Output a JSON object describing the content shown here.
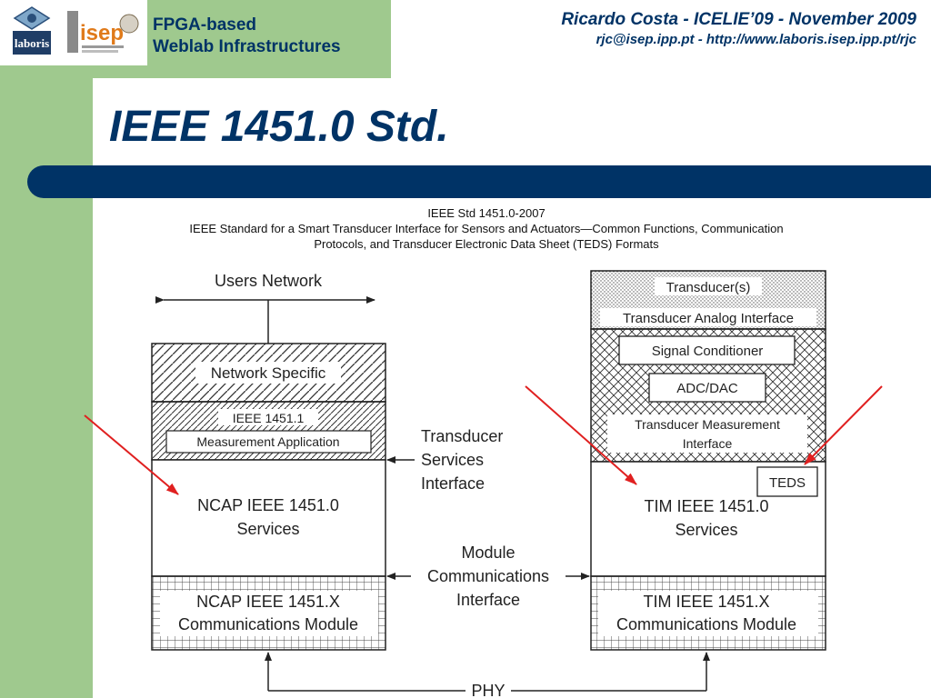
{
  "header": {
    "title_line1": "FPGA-based",
    "title_line2": "Weblab Infrastructures",
    "author_line": "Ricardo Costa -  ICELIE’09 - November 2009",
    "contact_line": "rjc@isep.ipp.pt  - http://www.laboris.isep.ipp.pt/rjc",
    "logo_laboris_text": "laboris",
    "logo_isep_text": "isep"
  },
  "slide": {
    "title": "IEEE 1451.0 Std."
  },
  "figure": {
    "doc_line1": "IEEE Std 1451.0-2007",
    "doc_line2": "IEEE Standard for a Smart Transducer Interface for Sensors and Actuators—Common Functions, Communication",
    "doc_line3": "Protocols, and Transducer Electronic Data Sheet (TEDS) Formats",
    "users_network": "Users Network",
    "network_specific": "Network Specific",
    "ieee_1451_1": "IEEE 1451.1",
    "measurement_application": "Measurement Application",
    "ncap_services_l1": "NCAP IEEE 1451.0",
    "ncap_services_l2": "Services",
    "ncap_comm_l1": "NCAP IEEE 1451.X",
    "ncap_comm_l2": "Communications Module",
    "tsi_l1": "Transducer",
    "tsi_l2": "Services",
    "tsi_l3": "Interface",
    "mci_l1": "Module",
    "mci_l2": "Communications",
    "mci_l3": "Interface",
    "phy": "PHY",
    "transducers": "Transducer(s)",
    "transducer_analog_interface": "Transducer Analog Interface",
    "signal_conditioner": "Signal Conditioner",
    "adc_dac": "ADC/DAC",
    "tmi_l1": "Transducer Measurement",
    "tmi_l2": "Interface",
    "teds": "TEDS",
    "tim_services_l1": "TIM IEEE 1451.0",
    "tim_services_l2": "Services",
    "tim_comm_l1": "TIM IEEE 1451.X",
    "tim_comm_l2": "Communications Module"
  },
  "colors": {
    "sidebar": "#9fc98e",
    "brand_blue": "#003366",
    "arrow_red": "#e02020"
  }
}
